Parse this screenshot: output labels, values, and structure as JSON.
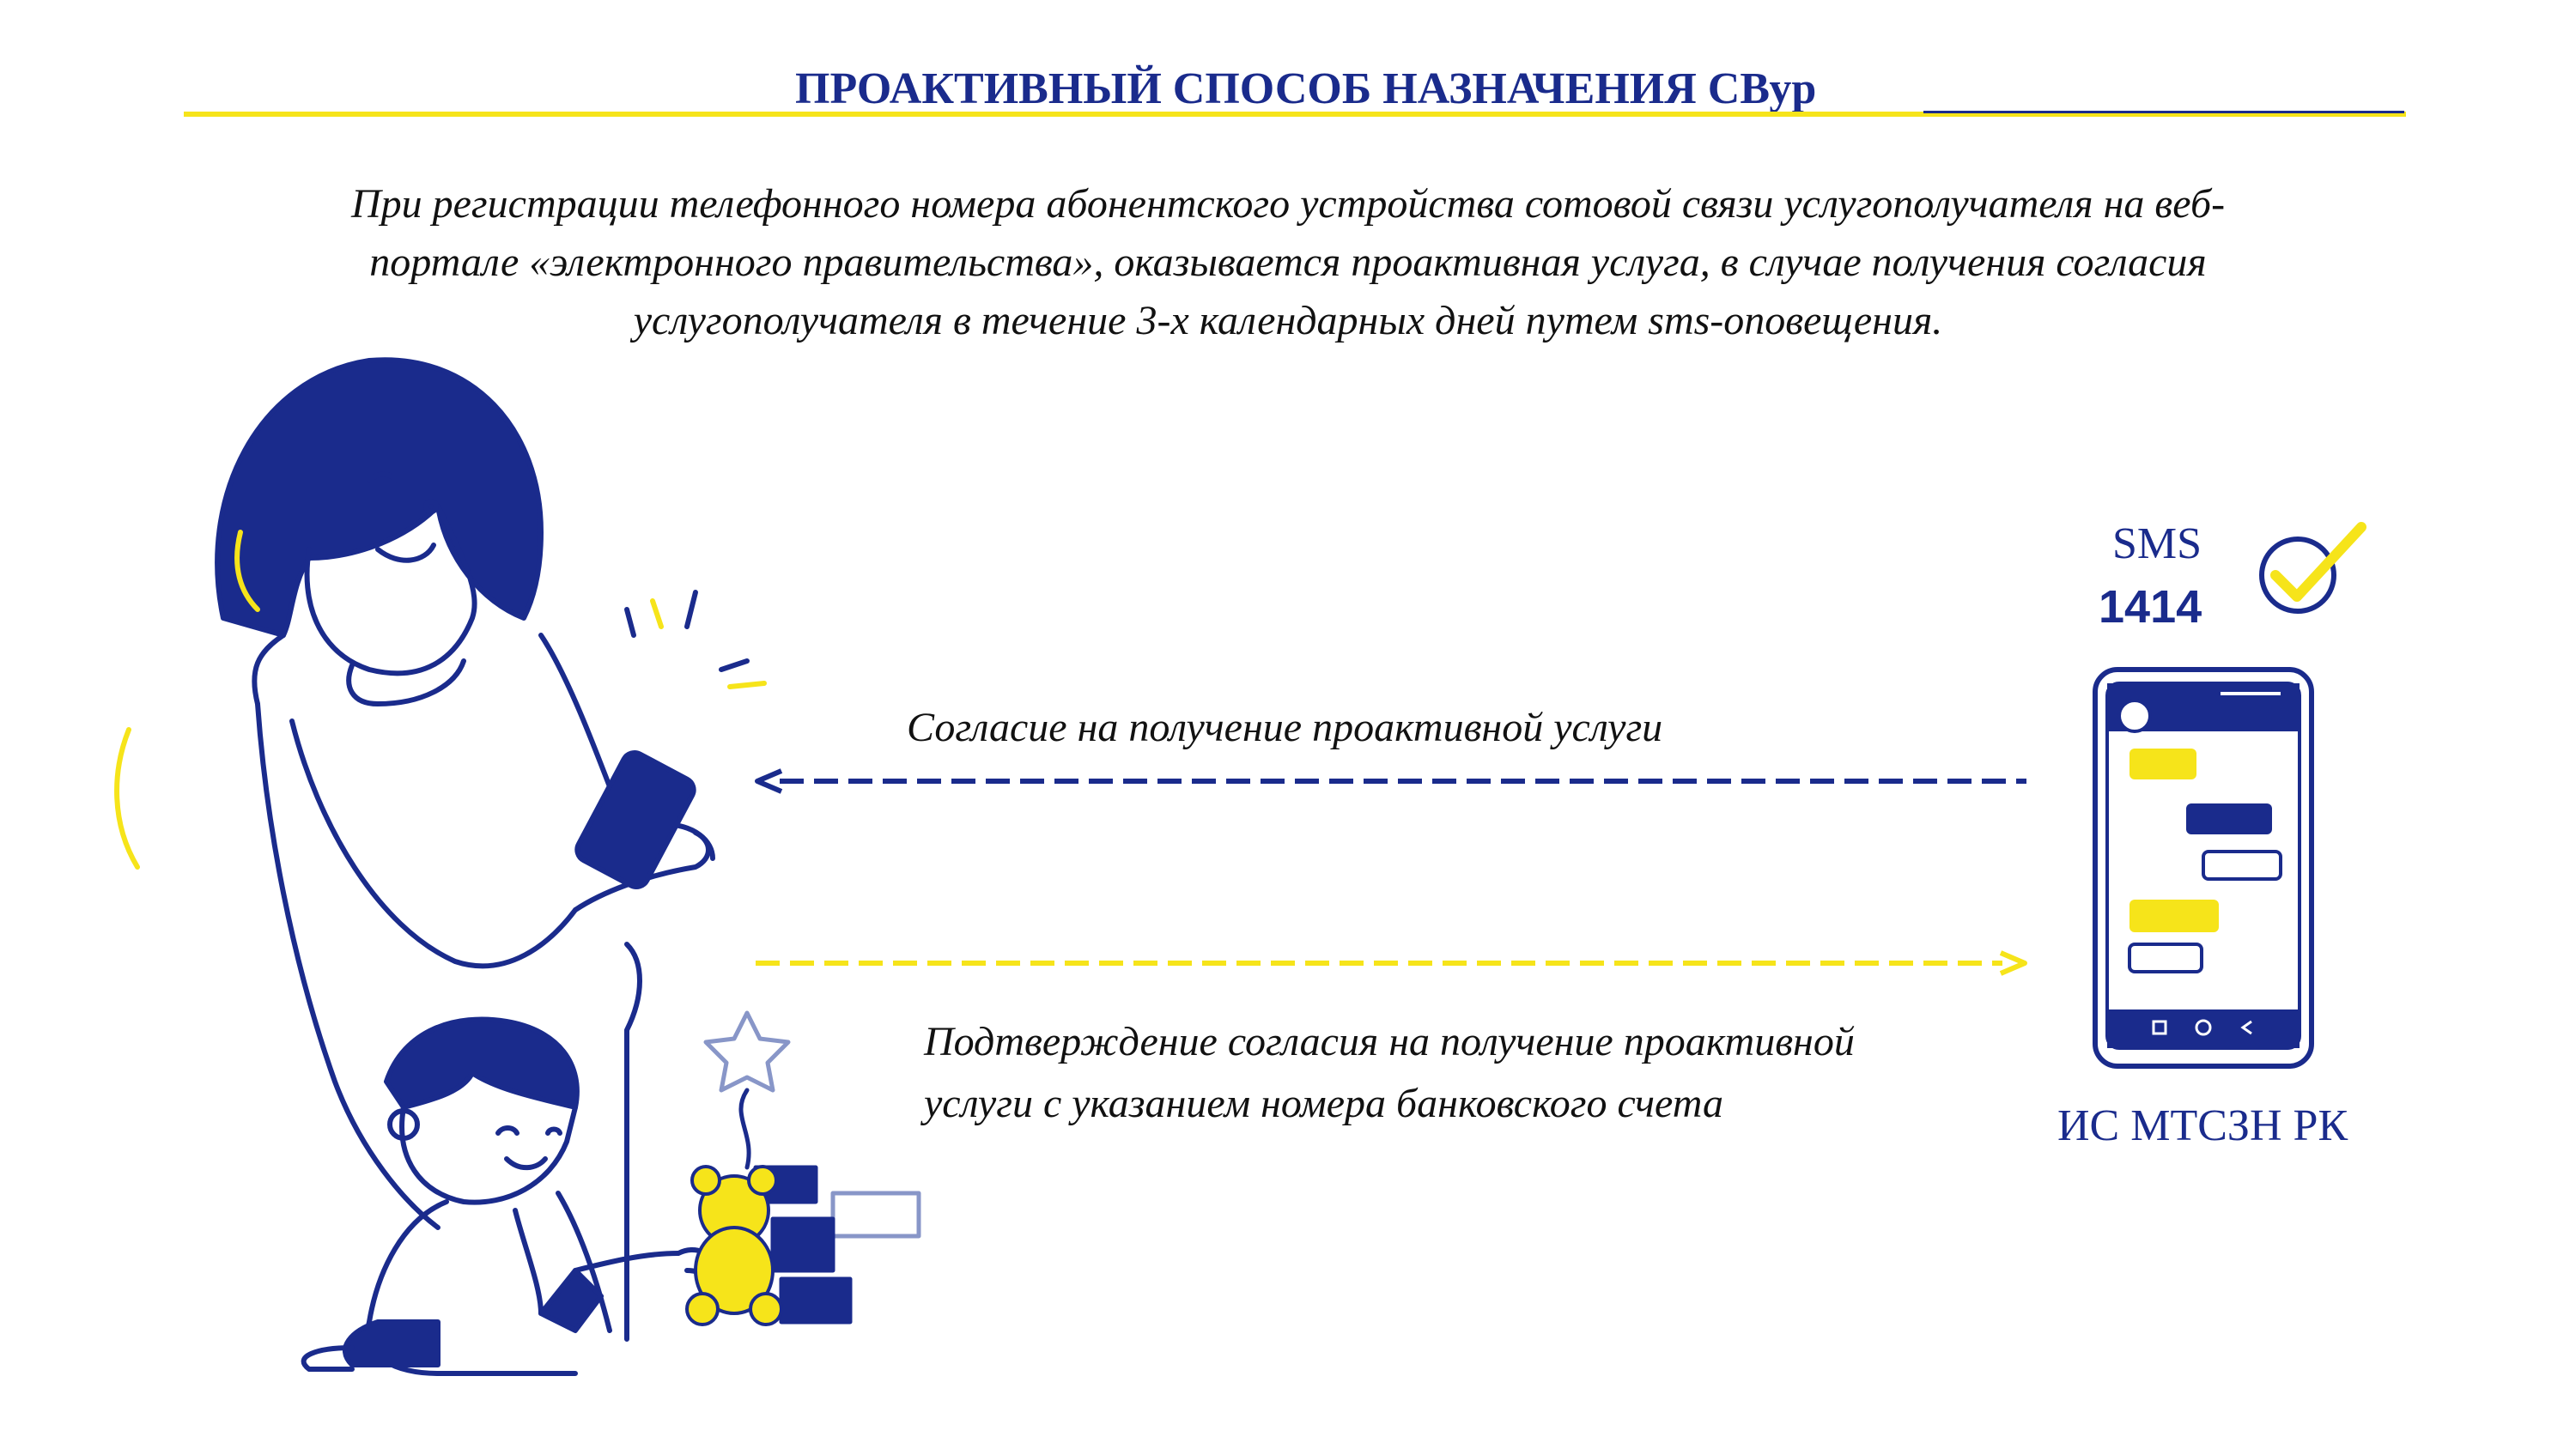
{
  "header": {
    "title": "ПРОАКТИВНЫЙ СПОСОБ НАЗНАЧЕНИЯ СВур"
  },
  "intro": {
    "line1": "При регистрации телефонного номера абонентского устройства сотовой связи услугополучателя на веб-",
    "line2": "портале «электронного правительства», оказывается проактивная услуга, в случае получения согласия",
    "line3": "услугополучателя в течение 3-х календарных дней путем sms-оповещения."
  },
  "arrows": {
    "consent_label": "Согласие на получение проактивной услуги",
    "confirm_label_line1": "Подтверждение согласия на получение проактивной",
    "confirm_label_line2": "услуги с указанием номера банковского счета"
  },
  "phone": {
    "sms_label": "SMS",
    "sms_number": "1414",
    "system_label": "ИС МТСЗН РК"
  },
  "colors": {
    "navy": "#1a2b8c",
    "yellow": "#f6e41a",
    "text": "#111111"
  },
  "icons": {
    "check": "check-circle-icon",
    "phone": "smartphone-icon",
    "illustration": "mother-and-child-illustration"
  }
}
